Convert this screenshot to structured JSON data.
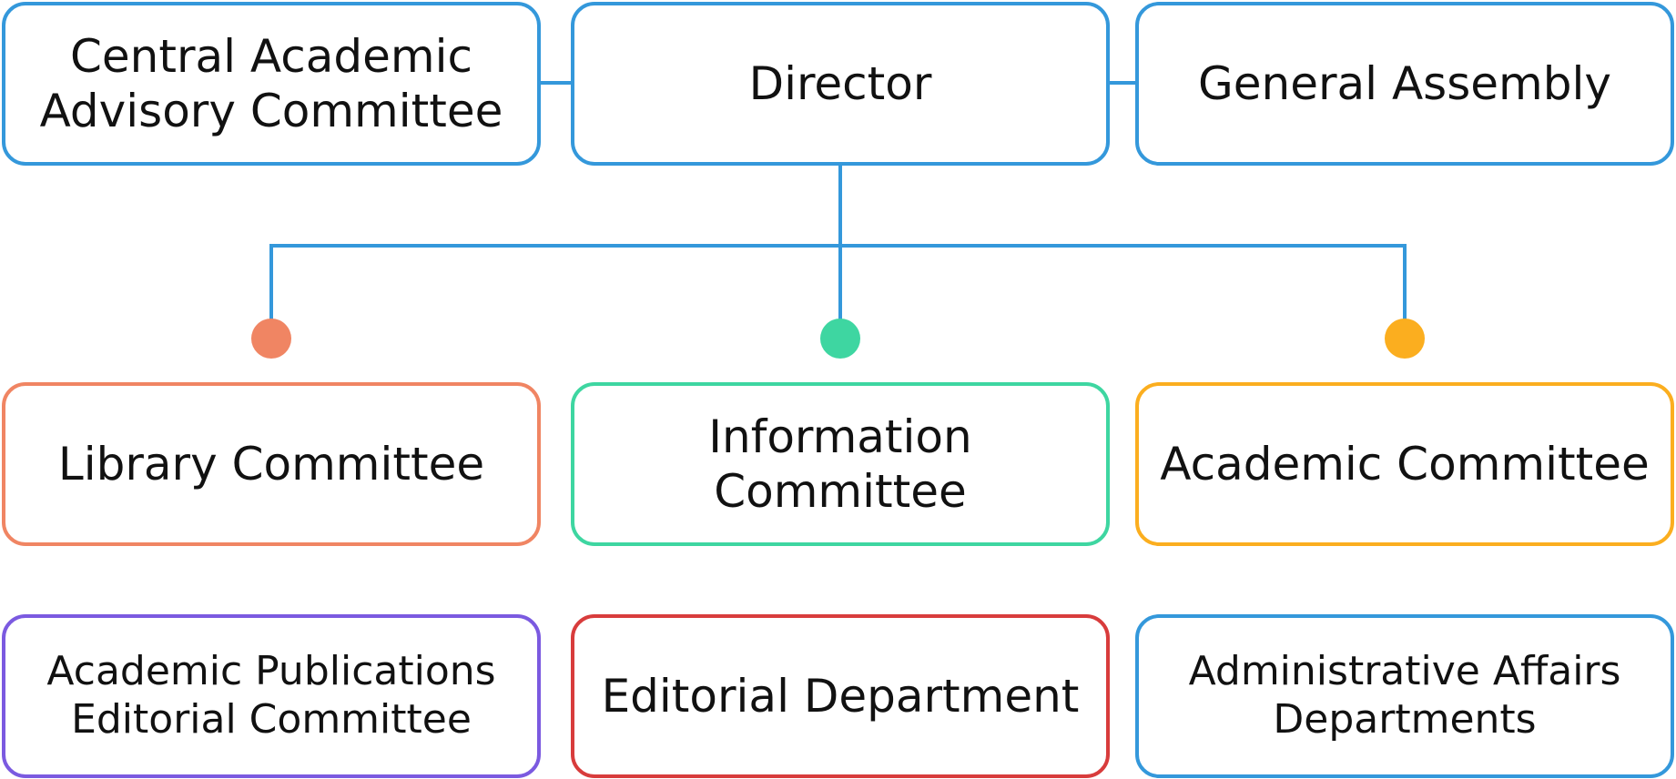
{
  "nodes": {
    "central_academic_advisory_committee": {
      "label": "Central Academic\nAdvisory Committee",
      "color": "#3498db"
    },
    "director": {
      "label": "Director",
      "color": "#3498db"
    },
    "general_assembly": {
      "label": "General Assembly",
      "color": "#3498db"
    },
    "library_committee": {
      "label": "Library Committee",
      "color": "#f08563"
    },
    "information_committee": {
      "label": "Information\nCommittee",
      "color": "#3ed6a1"
    },
    "academic_committee": {
      "label": "Academic Committee",
      "color": "#fbae1f"
    },
    "academic_publications_editorial_committee": {
      "label": "Academic Publications\nEditorial Committee",
      "color": "#7b5ae0"
    },
    "editorial_department": {
      "label": "Editorial Department",
      "color": "#d83c3c"
    },
    "administrative_affairs_departments": {
      "label": "Administrative Affairs\nDepartments",
      "color": "#3498db"
    }
  },
  "connector_color": "#3498db",
  "dots": {
    "library": "#f08563",
    "information": "#3ed6a1",
    "academic": "#fbae1f"
  }
}
